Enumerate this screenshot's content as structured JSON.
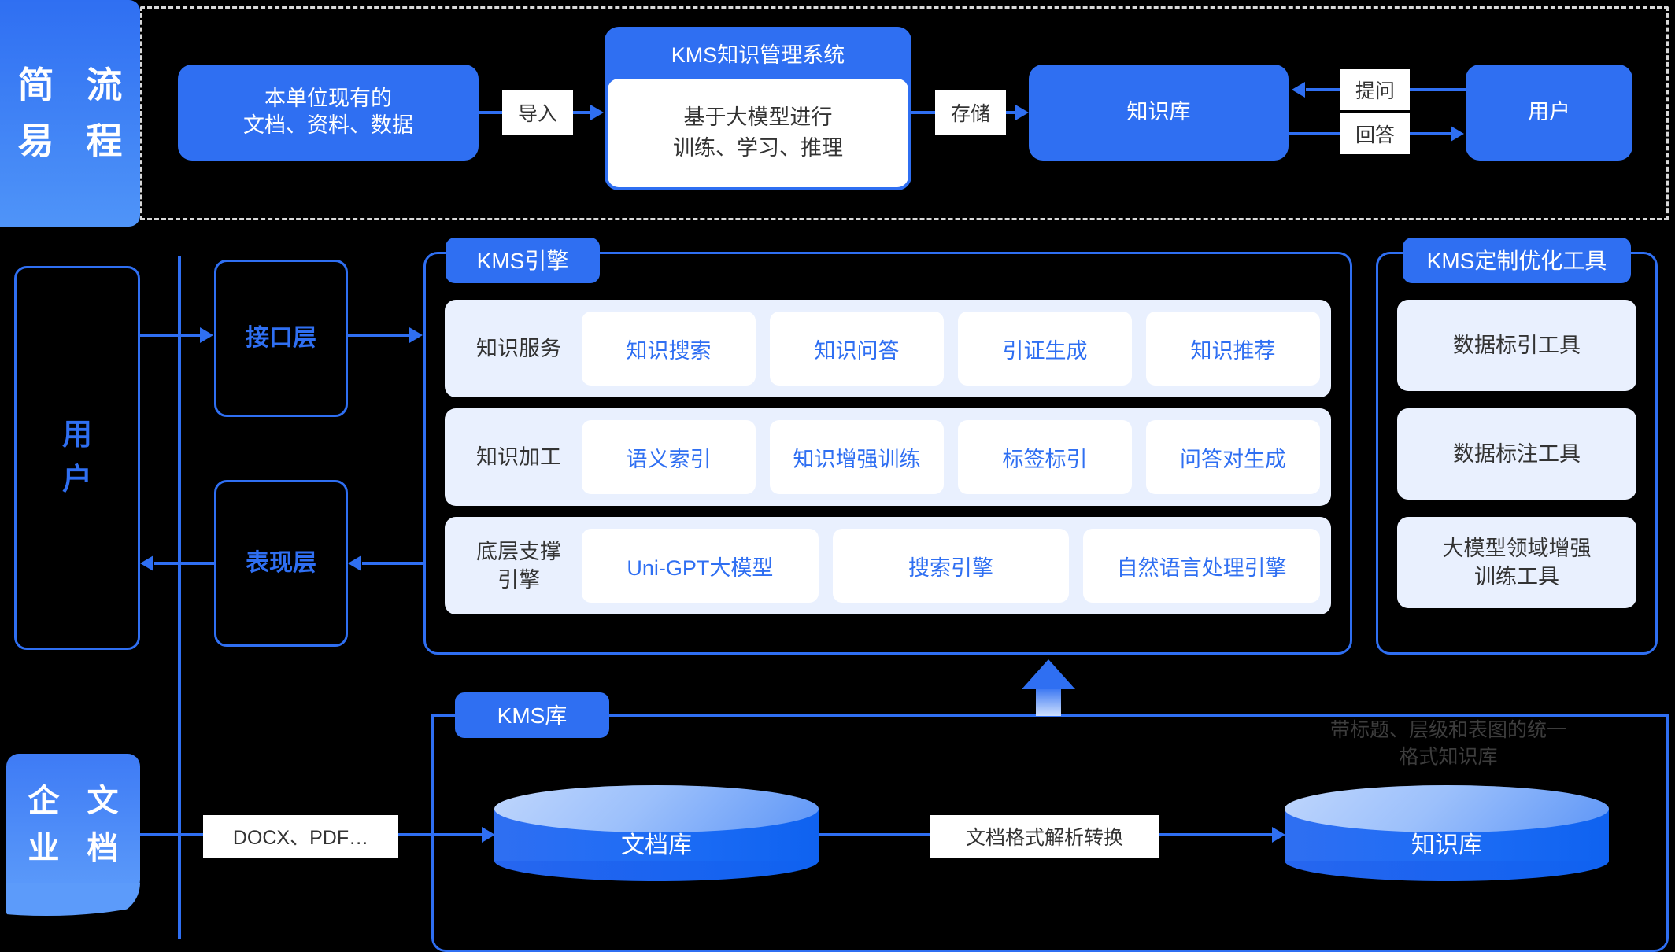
{
  "theme": {
    "accent": "#2f6ff2",
    "accent_light": "#e9f0fe",
    "panel_white": "#ffffff",
    "background": "#000000",
    "dashed_border": "#d9d9d9"
  },
  "top_flow": {
    "band_label": "简易流程",
    "band_label_chars": [
      "简 流",
      "易 程"
    ],
    "source_box": "本单位现有的\n文档、资料、数据",
    "source_box_lines": [
      "本单位现有的",
      "文档、资料、数据"
    ],
    "system_box": {
      "header": "KMS知识管理系统",
      "body_lines": [
        "基于大模型进行",
        "训练、学习、推理"
      ]
    },
    "knowledge_base": "知识库",
    "user": "用户",
    "edge_labels": {
      "import": "导入",
      "store": "存储",
      "ask": "提问",
      "answer": "回答"
    }
  },
  "middle": {
    "user_left": "用户",
    "user_left_chars": [
      "用",
      "户"
    ],
    "api_layer": "接口层",
    "presentation_layer": "表现层",
    "engine": {
      "tag": "KMS引擎",
      "rows": [
        {
          "label": "知识服务",
          "cells": [
            "知识搜索",
            "知识问答",
            "引证生成",
            "知识推荐"
          ]
        },
        {
          "label": "知识加工",
          "cells": [
            "语义索引",
            "知识增强训练",
            "标签标引",
            "问答对生成"
          ]
        },
        {
          "label": "底层支撑\n引擎",
          "label_lines": [
            "底层支撑",
            "引擎"
          ],
          "cells": [
            "Uni-GPT大模型",
            "搜索引擎",
            "自然语言处理引擎"
          ]
        }
      ]
    },
    "tools": {
      "tag": "KMS定制优化工具",
      "items": [
        "数据标引工具",
        "数据标注工具",
        "大模型领域增强\n训练工具"
      ],
      "item_lines": [
        [
          "数据标引工具"
        ],
        [
          "数据标注工具"
        ],
        [
          "大模型领域增强",
          "训练工具"
        ]
      ]
    }
  },
  "bottom": {
    "enterprise_docs": "企业文档",
    "enterprise_docs_chars": [
      "企 文",
      "业 档"
    ],
    "kms_lib_tag": "KMS库",
    "doc_store": "文档库",
    "knowledge_store": "知识库",
    "edge_labels": {
      "formats": "DOCX、PDF…",
      "parse": "文档格式解析转换"
    },
    "kb_caption_lines": [
      "带标题、层级和表图的统一",
      "格式知识库"
    ]
  }
}
